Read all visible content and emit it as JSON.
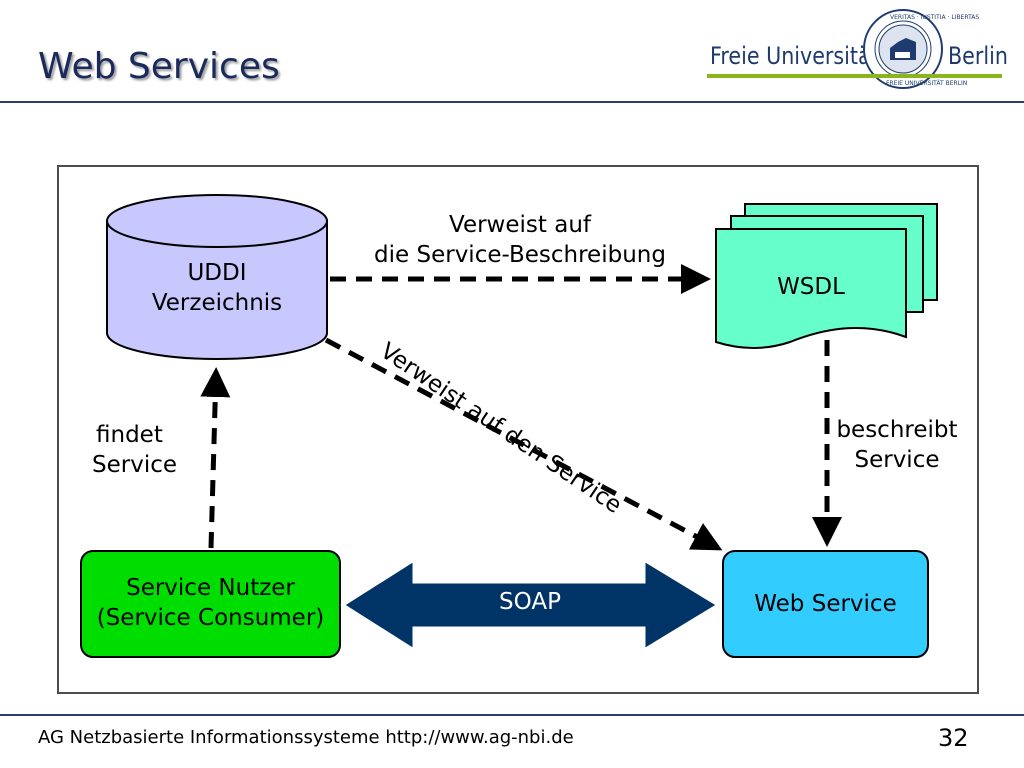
{
  "header": {
    "title": "Web Services",
    "logo": {
      "left_text": "Freie Universität",
      "right_text": "Berlin",
      "seal_top_text": "VERITAS · IUSTITIA · LIBERTAS",
      "seal_bottom_text": "FREIE UNIVERSITÄT BERLIN"
    }
  },
  "diagram": {
    "uddi": {
      "line1": "UDDI",
      "line2": "Verzeichnis",
      "color": "#c8c8ff"
    },
    "wsdl": {
      "label": "WSDL",
      "color": "#66ffcc"
    },
    "consumer": {
      "line1": "Service Nutzer",
      "line2": "(Service Consumer)",
      "color": "#00dd00"
    },
    "web_service": {
      "label": "Web Service",
      "color": "#33ccff"
    },
    "soap": {
      "label": "SOAP",
      "color": "#003366"
    },
    "edges": {
      "uddi_to_wsdl": {
        "line1": "Verweist auf",
        "line2": "die Service-Beschreibung"
      },
      "uddi_to_service": "Verweist auf den Service",
      "consumer_to_uddi": {
        "line1": "findet",
        "line2": "Service"
      },
      "wsdl_to_service": {
        "line1": "beschreibt",
        "line2": "Service"
      }
    }
  },
  "footer": {
    "text": "AG Netzbasierte Informationssysteme http://www.ag-nbi.de",
    "page_number": "32"
  }
}
